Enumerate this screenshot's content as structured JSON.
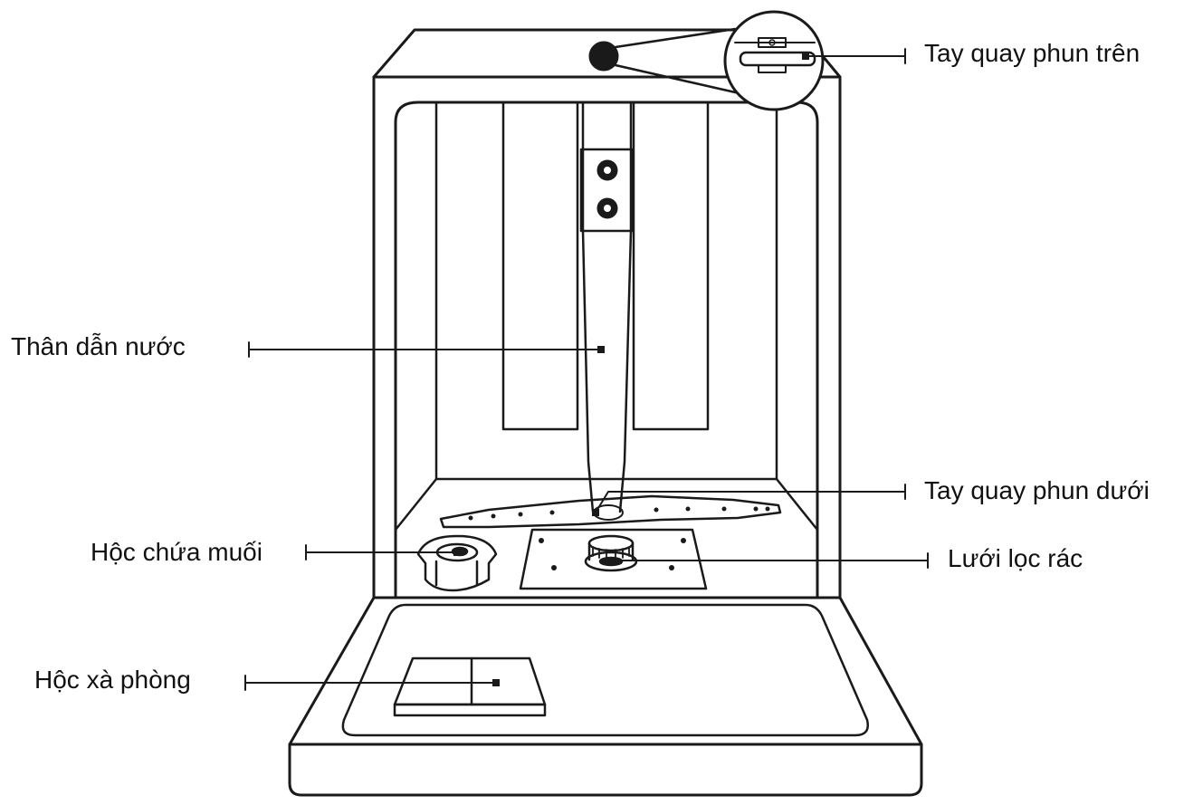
{
  "colors": {
    "stroke": "#1a1a1a",
    "background": "#ffffff",
    "text": "#111111"
  },
  "labels": {
    "upper_spray_arm": "Tay quay phun trên",
    "water_pipe": "Thân dẫn nước",
    "lower_spray_arm": "Tay quay phun dưới",
    "salt_container": "Hộc chứa muối",
    "filter": "Lưới lọc rác",
    "detergent_dispenser": "Hộc xà phòng"
  }
}
